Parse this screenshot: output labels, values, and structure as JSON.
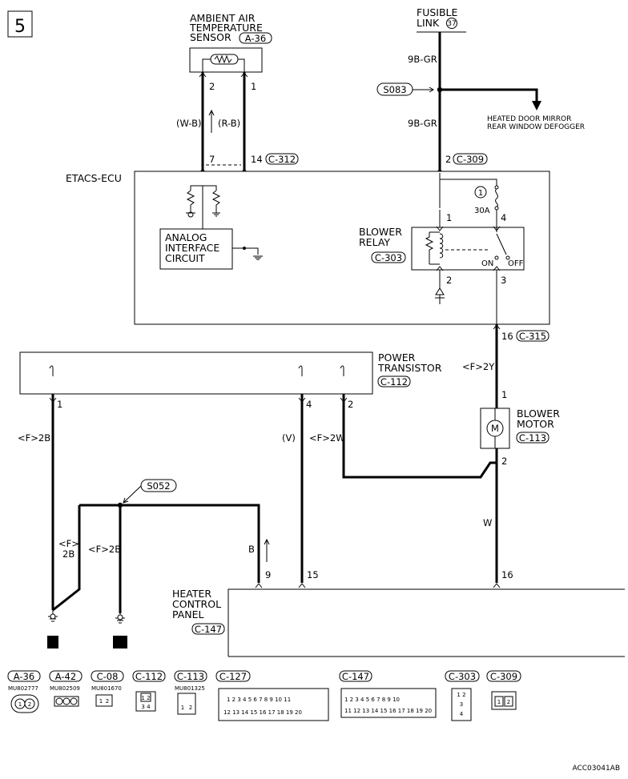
{
  "page_number": "5",
  "figure_id": "ACC03041AB",
  "ambient_sensor": {
    "line1": "AMBIENT AIR",
    "line2": "TEMPERATURE",
    "line3": "SENSOR",
    "connector": "A-36",
    "pin_left": "2",
    "pin_right": "1",
    "wire_left": "(W-B)",
    "wire_right": "(R-B)"
  },
  "fusible_link": {
    "line1": "FUSIBLE",
    "line2": "LINK",
    "number": "37",
    "wire_top": "9B-GR",
    "wire_bottom": "9B-GR",
    "splice": "S083",
    "branch_line1": "HEATED DOOR MIRROR",
    "branch_line2": "REAR WINDOW DEFOGGER"
  },
  "etacs": {
    "label": "ETACS-ECU",
    "pin7": "7",
    "pin14": "14",
    "conn_c312": "C-312",
    "pin2": "2",
    "conn_c309": "C-309",
    "analog_line1": "ANALOG",
    "analog_line2": "INTERFACE",
    "analog_line3": "CIRCUIT",
    "fuse_number": "1",
    "fuse_rating": "30A",
    "relay_line1": "BLOWER",
    "relay_line2": "RELAY",
    "relay_conn": "C-303",
    "relay_pin1": "1",
    "relay_pin4": "4",
    "relay_pin2": "2",
    "relay_pin3": "3",
    "on_label": "ON",
    "off_label": "OFF",
    "out_pin": "16",
    "out_conn": "C-315"
  },
  "power_transistor": {
    "line1": "POWER",
    "line2": "TRANSISTOR",
    "connector": "C-112",
    "pin1": "1",
    "pin4": "4",
    "pin2": "2",
    "wire1": "<F>2B",
    "wire4": "(V)",
    "wire2": "<F>2W"
  },
  "blower_motor": {
    "line1": "BLOWER",
    "line2": "MOTOR",
    "connector": "C-113",
    "wire_in": "<F>2Y",
    "pin1": "1",
    "pin2": "2",
    "wire_out": "W",
    "motor_symbol": "M"
  },
  "ground_section": {
    "splice": "S052",
    "wire_left_line1": "<F>",
    "wire_left_line2": "2B",
    "wire_mid": "<F>2B",
    "wire_b": "B",
    "ground4": "4",
    "ground15": "15"
  },
  "heater_panel": {
    "line1": "HEATER",
    "line2": "CONTROL",
    "line3": "PANEL",
    "connector": "C-147",
    "pin9": "9",
    "pin15": "15",
    "pin16": "16"
  },
  "connectors": [
    {
      "id": "A-36",
      "part": "MU802777"
    },
    {
      "id": "A-42",
      "part": "MU802509"
    },
    {
      "id": "C-08",
      "part": "MU801670"
    },
    {
      "id": "C-112",
      "part": ""
    },
    {
      "id": "C-113",
      "part": "MU801325"
    },
    {
      "id": "C-127",
      "part": ""
    },
    {
      "id": "C-147",
      "part": ""
    },
    {
      "id": "C-303",
      "part": ""
    },
    {
      "id": "C-309",
      "part": ""
    }
  ]
}
